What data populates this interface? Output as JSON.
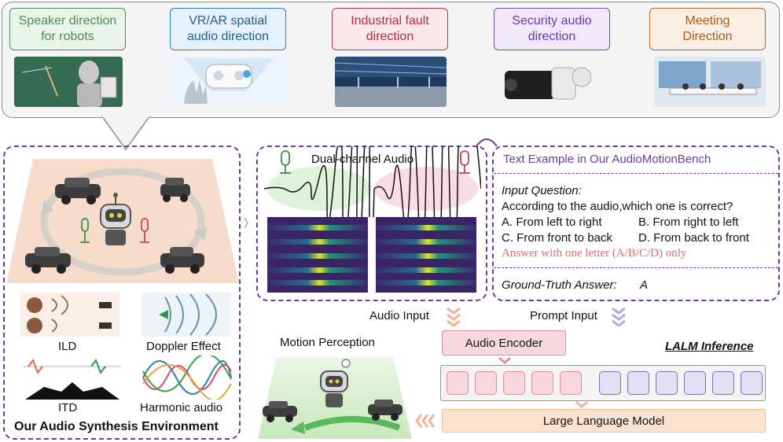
{
  "applications": [
    {
      "label": "Speaker direction\nfor robots",
      "color": "#4f8a57",
      "bg": "#eaf4ea"
    },
    {
      "label": "VR/AR spatial\naudio direction",
      "color": "#2a7fb6",
      "bg": "#e6f2fb"
    },
    {
      "label": "Industrial fault\ndirection",
      "color": "#c0394b",
      "bg": "#fbe8ea"
    },
    {
      "label": "Security audio\ndirection",
      "color": "#7d4bb0",
      "bg": "#f1e8fa"
    },
    {
      "label": "Meeting\nDirection",
      "color": "#b46a2a",
      "bg": "#fbeee2"
    }
  ],
  "synthesis": {
    "cues": [
      "ILD",
      "Doppler Effect",
      "ITD",
      "Harmonic audio"
    ],
    "title": "Our Audio Synthesis Environment"
  },
  "audio_panel": {
    "title": "Dual-channel Audio"
  },
  "text_example": {
    "title": "Text  Example in Our AudioMotionBench",
    "question_label": "Input Question:",
    "question": "According to the audio,which one is correct?",
    "options": [
      "A. From left to right",
      "B. From right to left",
      "C. From front to back",
      "D. From back to front"
    ],
    "instruction": "Answer with one letter (A/B/C/D) only",
    "answer_label": "Ground-Truth Answer:",
    "answer": "A"
  },
  "pipeline": {
    "audio_input": "Audio Input",
    "prompt_input": "Prompt Input",
    "audio_encoder": "Audio Encoder",
    "lalm_inference": "LALM Inference",
    "llm": "Large Language Model",
    "motion_perception": "Motion Perception"
  },
  "colors": {
    "purple": "#6a3aa8",
    "pink": "#f5d0d6",
    "lavender": "#e3e0f5",
    "orange": "#f7d9bd"
  }
}
